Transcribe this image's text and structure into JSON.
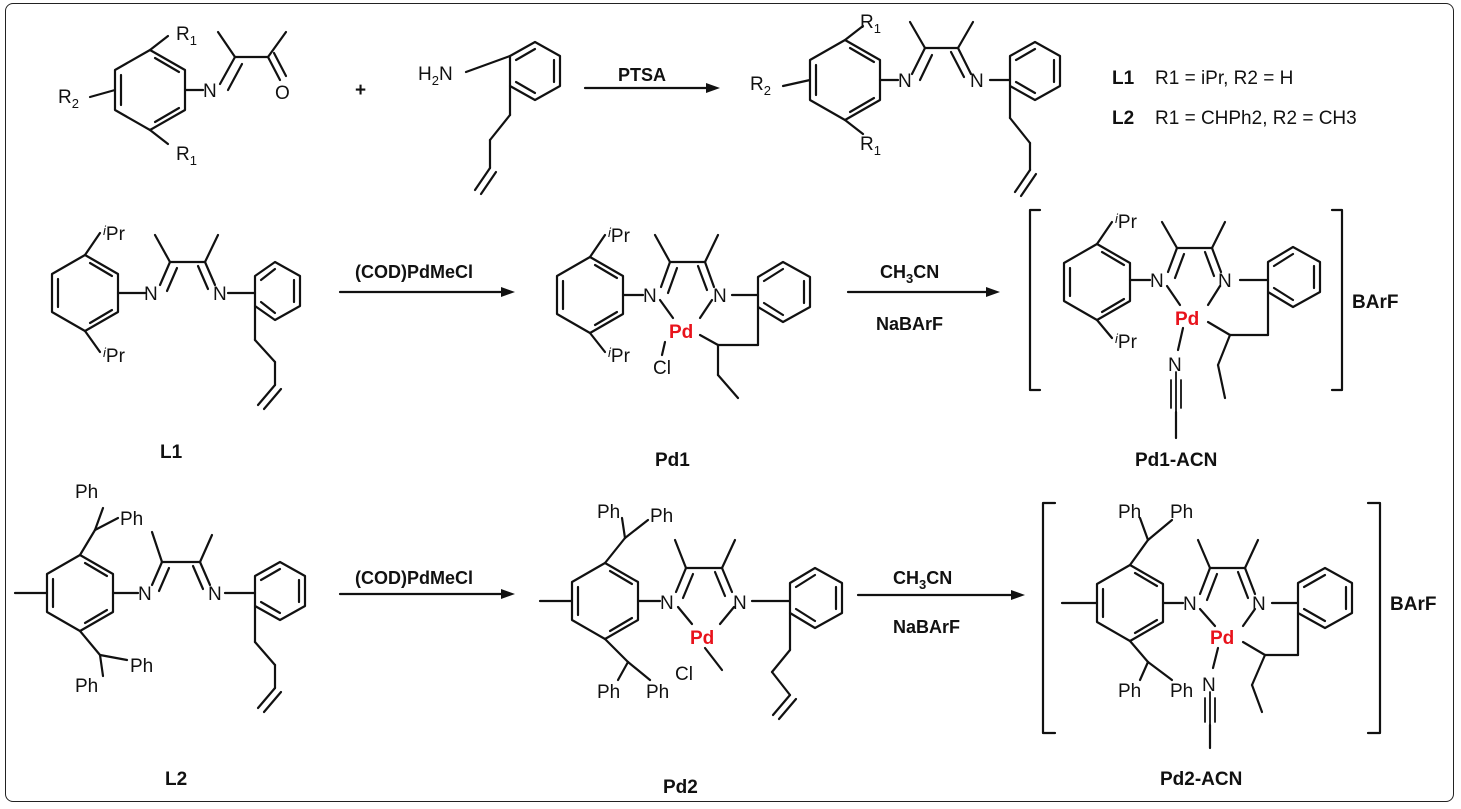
{
  "reagents": {
    "plus": "+",
    "ptsa": "PTSA",
    "cod1": "(COD)PdMeCl",
    "cod2": "(COD)PdMeCl",
    "ch3cn": "CH",
    "ch3cn_sub": "3",
    "ch3cn_tail": "CN",
    "nabarf": "NaBArF",
    "barf": "BArF"
  },
  "legend": {
    "l1_tag": "L1",
    "l1_text": "R1 = iPr, R2 = H",
    "l2_tag": "L2",
    "l2_text": "R1 = CHPh2, R2 = CH3"
  },
  "compounds": {
    "l1": "L1",
    "pd1": "Pd1",
    "pd1_acn": "Pd1-ACN",
    "l2": "L2",
    "pd2": "Pd2",
    "pd2_acn": "Pd2-ACN"
  },
  "atoms": {
    "N": "N",
    "O": "O",
    "H": "H",
    "Cl": "Cl",
    "Pd": "Pd",
    "Ph": "Ph",
    "Pr": "Pr",
    "i": "i",
    "R": "R",
    "one": "1",
    "two": "2"
  }
}
